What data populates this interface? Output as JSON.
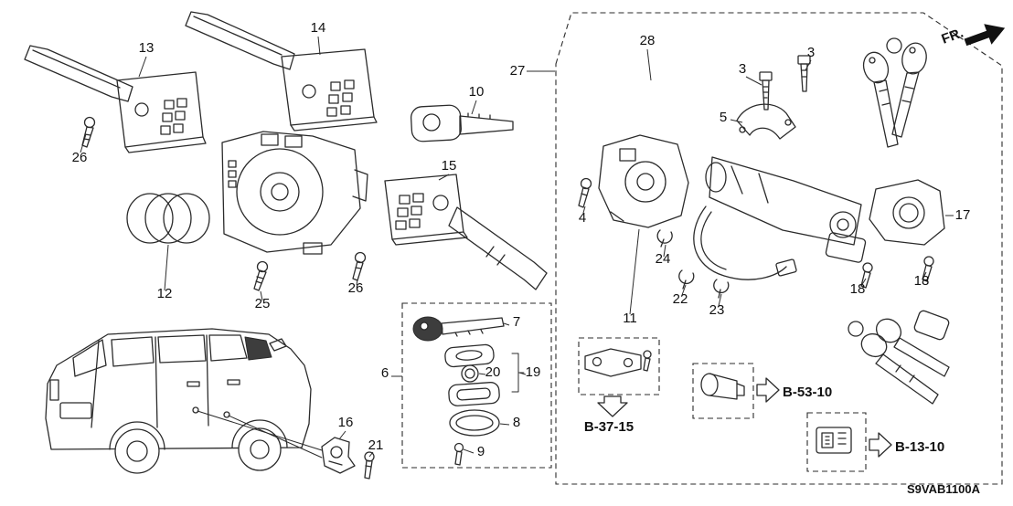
{
  "drawing": {
    "code": "S9VAB1100A",
    "direction_label": "FR.",
    "part_labels": {
      "n13": "13",
      "n14": "14",
      "n26_left": "26",
      "n10": "10",
      "n27": "27",
      "n28": "28",
      "n3_left": "3",
      "n3_right": "3",
      "n5": "5",
      "n15": "15",
      "n4": "4",
      "n17": "17",
      "n24": "24",
      "n12": "12",
      "n25": "25",
      "n26_right": "26",
      "n22": "22",
      "n23": "23",
      "n11": "11",
      "n18_left": "18",
      "n18_right": "18",
      "n7": "7",
      "n6": "6",
      "n20": "20",
      "n19": "19",
      "n8": "8",
      "n9": "9",
      "n16": "16",
      "n21": "21"
    },
    "ref_callouts": {
      "b_37_15": "B-37-15",
      "b_53_10": "B-53-10",
      "b_13_10": "B-13-10"
    }
  }
}
